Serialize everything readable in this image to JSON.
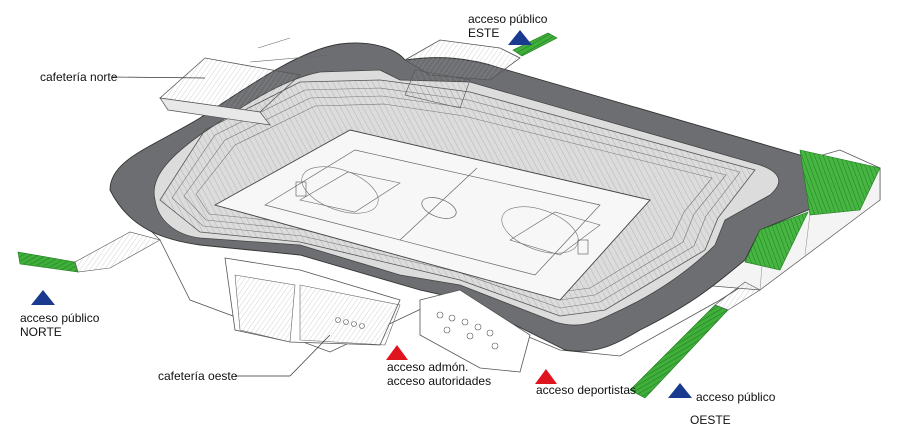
{
  "labels": {
    "cafeteria_norte": "cafetería norte",
    "cafeteria_oeste": "cafetería oeste",
    "acceso_publico_este": [
      "acceso público",
      "ESTE"
    ],
    "acceso_publico_norte": [
      "acceso público",
      "NORTE"
    ],
    "acceso_publico_oeste": [
      "acceso público",
      "OESTE"
    ],
    "acceso_admon": [
      "acceso admón.",
      "acceso autoridades"
    ],
    "acceso_deportistas": "acceso deportistas"
  },
  "colors": {
    "public_access_marker": "#1a3a8f",
    "restricted_access_marker": "#e0141e",
    "ramp_green": "#3fae3a",
    "concourse_gray": "#6d6e71",
    "stands_light": "#e6e6e6",
    "court_fill": "#f7f7f7",
    "line_dark": "#444444"
  }
}
